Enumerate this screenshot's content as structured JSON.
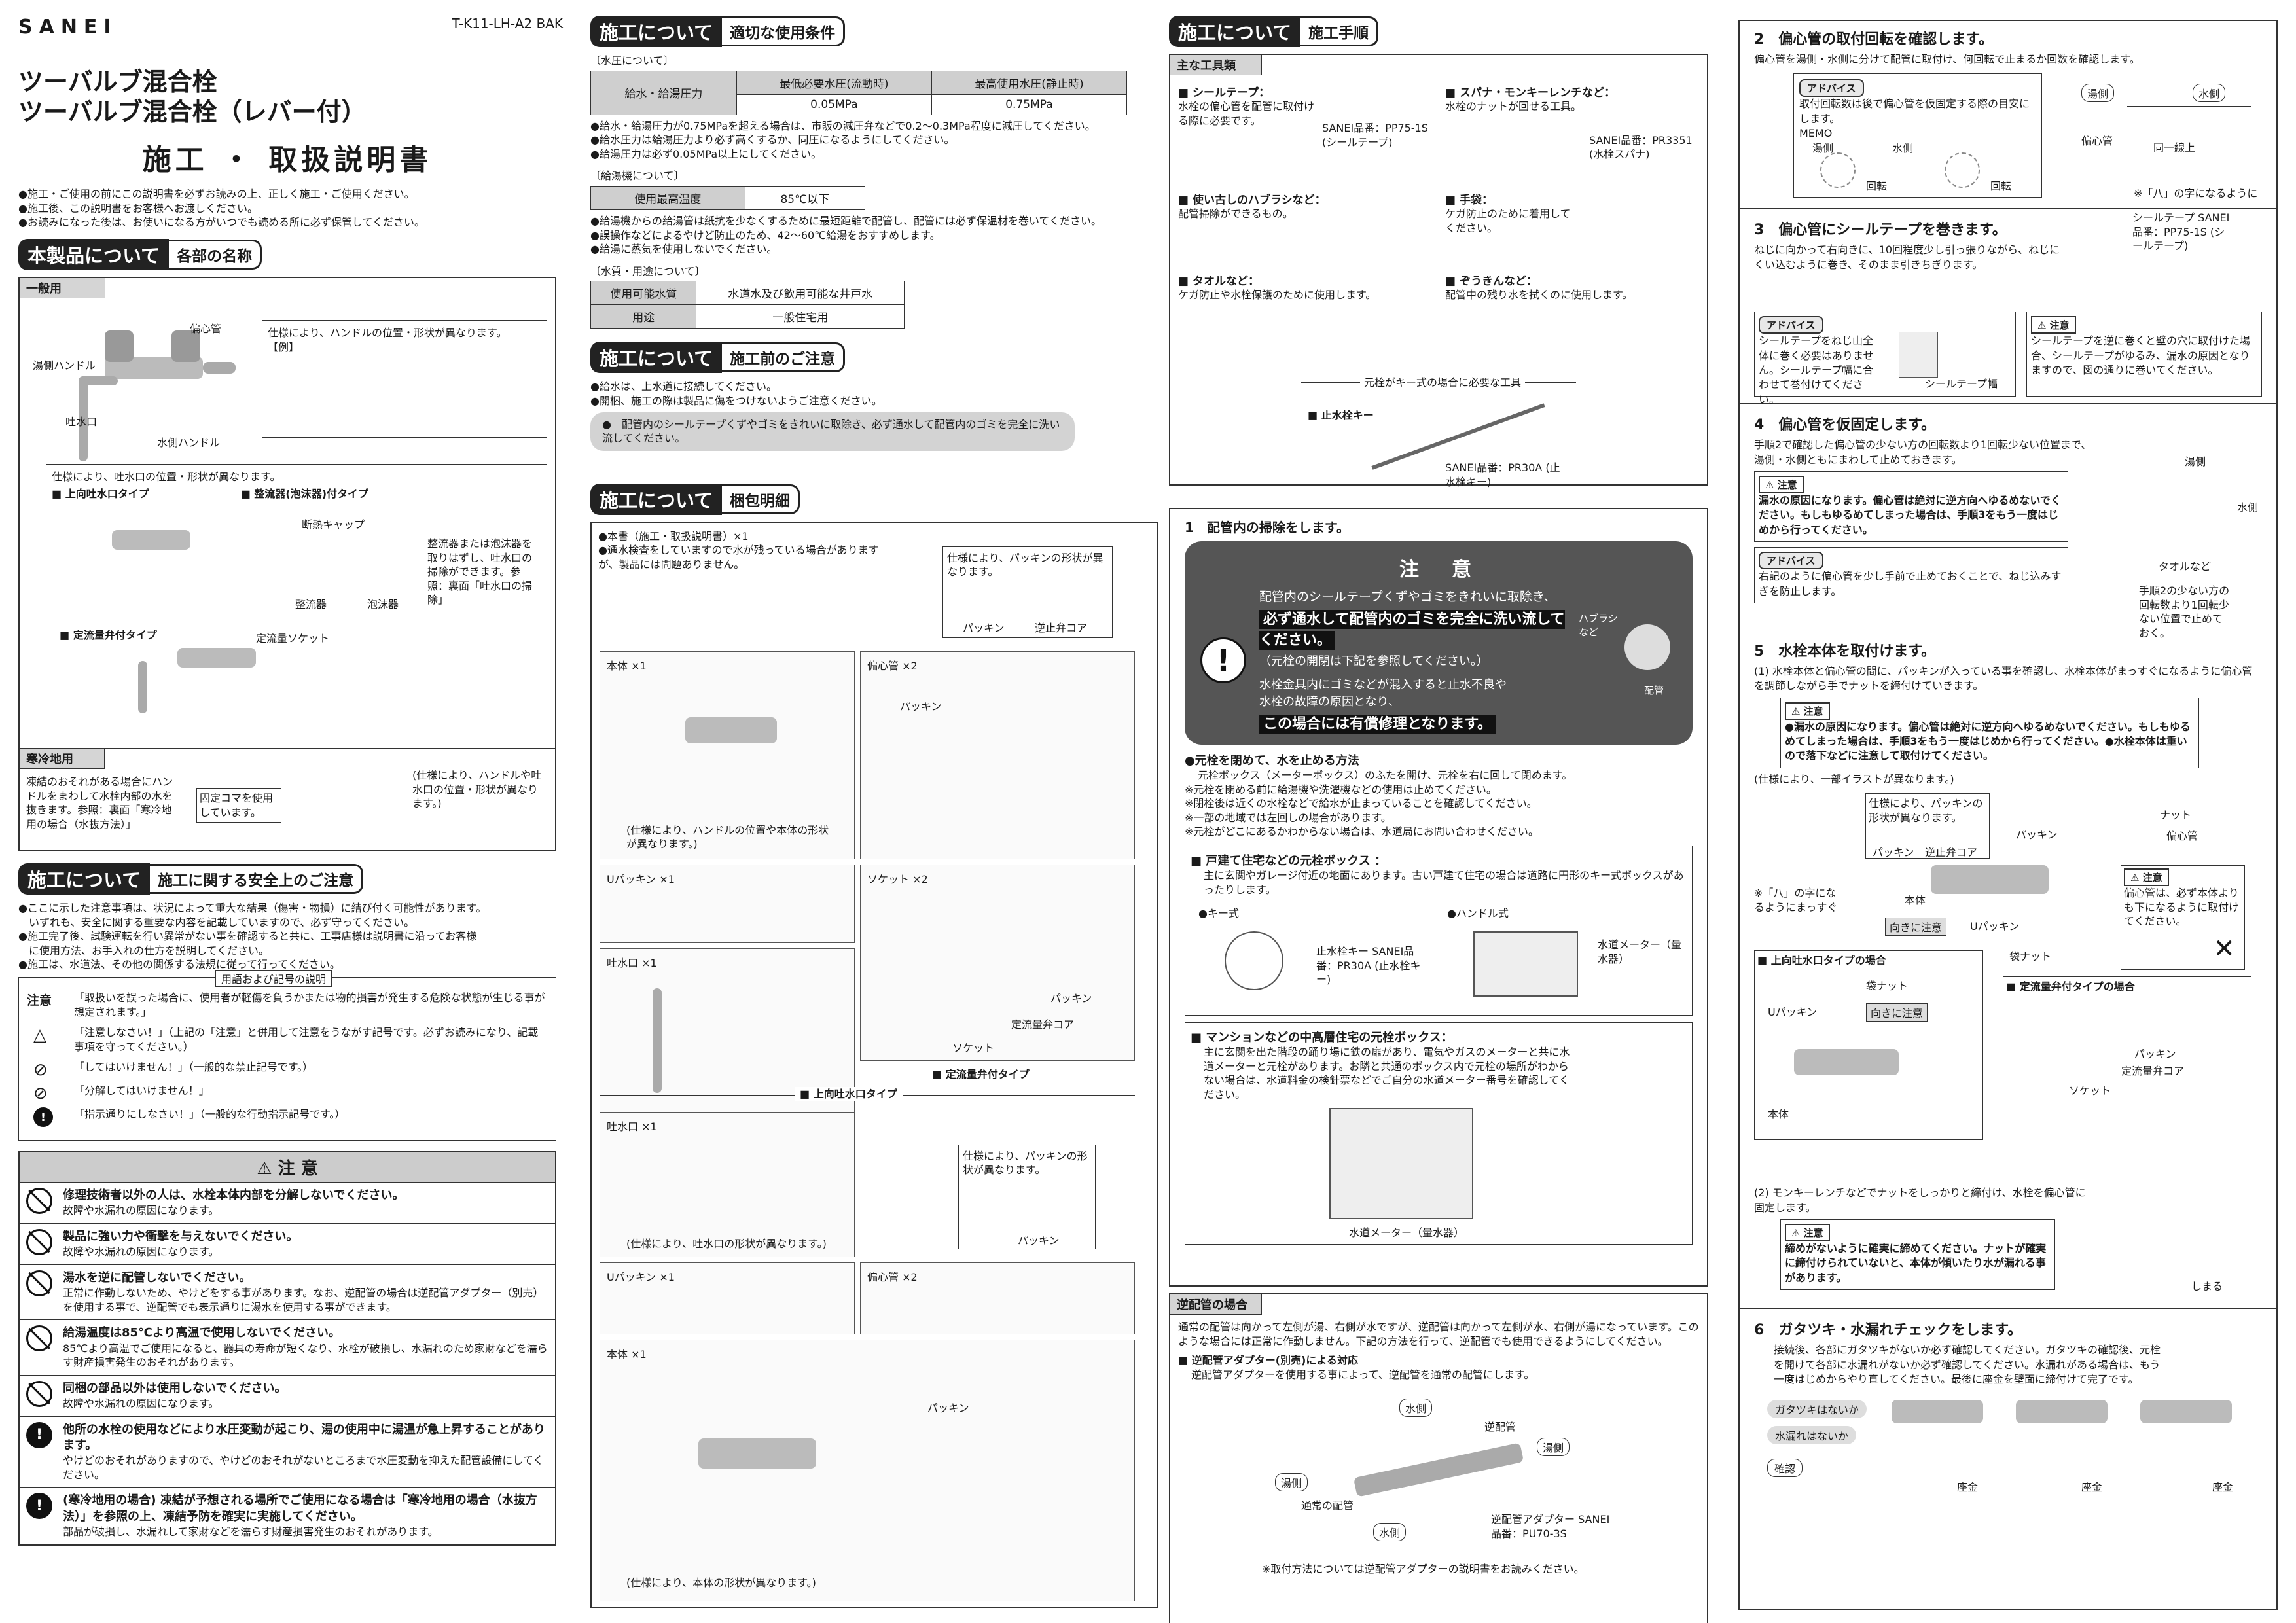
{
  "header": {
    "brand": "SANEI",
    "code": "T-K11-LH-A2 BAK"
  },
  "title": {
    "line1": "ツーバルブ混合栓",
    "line2": "ツーバルブ混合栓（レバー付）",
    "main": "施工 ・ 取扱説明書"
  },
  "intro": [
    "●施工・ご使用の前にこの説明書を必ずお読みの上、正しく施工・ご使用ください。",
    "●施工後、この説明書をお客様へお渡しください。",
    "●お読みになった後は、お使いになる方がいつでも読める所に必ず保管してください。"
  ],
  "sec_parts": {
    "t1": "本製品について",
    "t2": "各部の名称",
    "general": "一般用",
    "eccentric": "偏心管",
    "hot_handle": "湯側ハンドル",
    "outlet": "吐水口",
    "cold_handle": "水側ハンドル",
    "note_handle": "仕様により、ハンドルの位置・形状が異なります。",
    "example": "【例】",
    "note_outlet": "仕様により、吐水口の位置・形状が異なります。",
    "up_type": "■ 上向吐水口タイプ",
    "aerator_type": "■ 整流器(泡沫器)付タイプ",
    "cap": "断熱キャップ",
    "rectifier": "整流器",
    "foam": "泡沫器",
    "aerator_note": "整流器または泡沫器を取りはずし、吐水口の掃除ができます。参照：裏面「吐水口の掃除」",
    "flow_type": "■ 定流量弁付タイプ",
    "flow_socket": "定流量ソケット",
    "cold": "寒冷地用",
    "cold_desc": "凍結のおそれがある場合にハンドルをまわして水栓内部の水を抜きます。参照：裏面「寒冷地用の場合（水抜方法）」",
    "fixed_piece": "固定コマを使用しています。",
    "cold_note": "(仕様により、ハンドルや吐水口の位置・形状が異なります。)"
  },
  "sec_safety": {
    "t1": "施工について",
    "t2": "施工に関する安全上のご注意",
    "lines": [
      "●ここに示した注意事項は、状況によって重大な結果（傷害・物損）に結び付く可能性があります。",
      "　いずれも、安全に関する重要な内容を記載していますので、必ず守ってください。",
      "●施工完了後、試験運転を行い異常がない事を確認すると共に、工事店様は説明書に沿ってお客様",
      "　に使用方法、お手入れの仕方を説明してください。",
      "●施工は、水道法、その他の関係する法規に従って行ってください。"
    ],
    "legend_title": "用語および記号の説明",
    "legend": [
      {
        "k": "注意",
        "v": "「取扱いを誤った場合に、使用者が軽傷を負うかまたは物的損害が発生する危険な状態が生じる事が想定されます。」"
      },
      {
        "k": "△",
        "v": "「注意しなさい！」（上記の「注意」と併用して注意をうながす記号です。必ずお読みになり、記載事項を守ってください。）"
      },
      {
        "k": "⊘",
        "v": "「してはいけません！」（一般的な禁止記号です。）"
      },
      {
        "k": "⊘",
        "v": "「分解してはいけません！」"
      },
      {
        "k": "!",
        "v": "「指示通りにしなさい！」（一般的な行動指示記号です。）"
      }
    ]
  },
  "caution_box": {
    "title": "⚠ 注 意",
    "items": [
      {
        "m": "修理技術者以外の人は、水栓本体内部を分解しないでください。",
        "s": "故障や水漏れの原因になります。"
      },
      {
        "m": "製品に強い力や衝撃を与えないでください。",
        "s": "故障や水漏れの原因になります。"
      },
      {
        "m": "湯水を逆に配管しないでください。",
        "s": "正常に作動しないため、やけどをする事があります。なお、逆配管の場合は逆配管アダプター（別売）を使用する事で、逆配管でも表示通りに湯水を使用する事ができます。"
      },
      {
        "m": "給湯温度は85℃より高温で使用しないでください。",
        "s": "85℃より高温でご使用になると、器具の寿命が短くなり、水栓が破損し、水漏れのため家財などを濡らす財産損害発生のおそれがあります。"
      },
      {
        "m": "同梱の部品以外は使用しないでください。",
        "s": "故障や水漏れの原因になります。"
      },
      {
        "m": "他所の水栓の使用などにより水圧変動が起こり、湯の使用中に湯温が急上昇することがあります。",
        "s": "やけどのおそれがありますので、やけどのおそれがないところまで水圧変動を抑えた配管設備にしてください。"
      },
      {
        "m": "(寒冷地用の場合) 凍結が予想される場所でご使用になる場合は「寒冷地用の場合（水抜方法）」を参照の上、凍結予防を確実に実施してください。",
        "s": "部品が破損し、水漏れして家財などを濡らす財産損害発生のおそれがあります。"
      }
    ]
  },
  "sec_conditions": {
    "t1": "施工について",
    "t2": "適切な使用条件",
    "water_pressure": "〔水圧について〕",
    "wp_h1": "最低必要水圧(流動時)",
    "wp_h2": "最高使用水圧(静止時)",
    "wp_row": "給水・給湯圧力",
    "wp_v1": "0.05MPa",
    "wp_v2": "0.75MPa",
    "wp_notes": [
      "●給水・給湯圧力が0.75MPaを超える場合は、市販の減圧弁などで0.2〜0.3MPa程度に減圧してください。",
      "●給水圧力は給湯圧力より必ず高くするか、同圧になるようにしてください。",
      "●給湯圧力は必ず0.05MPa以上にしてください。"
    ],
    "heater": "〔給湯機について〕",
    "heater_row": "使用最高温度",
    "heater_val": "85℃以下",
    "heater_notes": [
      "●給湯機からの給湯管は紙抗を少なくするために最短距離で配管し、配管には必ず保温材を巻いてください。",
      "●誤操作などによるやけど防止のため、42〜60℃給湯をおすすめします。",
      "●給湯に蒸気を使用しないでください。"
    ],
    "quality": "〔水質・用途について〕",
    "q_r1": "使用可能水質",
    "q_v1": "水道水及び飲用可能な井戸水",
    "q_r2": "用途",
    "q_v2": "一般住宅用"
  },
  "sec_before": {
    "t1": "施工について",
    "t2": "施工前のご注意",
    "lines": [
      "●給水は、上水道に接続してください。",
      "●開梱、施工の際は製品に傷をつけないようご注意ください。"
    ],
    "highlight": "●　配管内のシールテープくずやゴミをきれいに取除き、必ず通水して配管内のゴミを完全に洗い流してください。"
  },
  "sec_pack": {
    "t1": "施工について",
    "t2": "梱包明細",
    "manual": "●本書（施工・取扱説明書）×1",
    "test_note": "●通水検査をしていますので水が残っている場合がありますが、製品には問題ありません。",
    "packing_note": "仕様により、パッキンの形状が異なります。",
    "packing": "パッキン",
    "check_valve": "逆止弁コア",
    "body": "本体 ×1",
    "body_note": "(仕様により、ハンドルの位置や本体の形状が異なります。)",
    "ecc": "偏心管 ×2",
    "upacking": "Uパッキン ×1",
    "socket": "ソケット ×2",
    "spout": "吐水口 ×1",
    "spout_note": "(仕様により、吐水口の形状が異なります。)",
    "flow_valve_core": "定流量弁コア",
    "socket_lbl": "ソケット",
    "flow_type": "■ 定流量弁付タイプ",
    "up_type": "■ 上向吐水口タイプ",
    "body_note2": "(仕様により、本体の形状が異なります。)"
  },
  "sec_steps": {
    "t1": "施工について",
    "t2": "施工手順",
    "tools_title": "主な工具類",
    "tools": [
      {
        "n": "■ シールテープ：",
        "d": "水栓の偏心管を配管に取付ける際に必要です。",
        "p": "SANEI品番：PP75-1S (シールテープ)"
      },
      {
        "n": "■ スパナ・モンキーレンチなど：",
        "d": "水栓のナットが回せる工具。",
        "p": "SANEI品番：PR3351 (水栓スパナ)"
      },
      {
        "n": "■ 使い古しのハブラシなど：",
        "d": "配管掃除ができるもの。",
        "p": ""
      },
      {
        "n": "■ 手袋：",
        "d": "ケガ防止のために着用してください。",
        "p": ""
      },
      {
        "n": "■ タオルなど：",
        "d": "ケガ防止や水栓保護のために使用します。",
        "p": ""
      },
      {
        "n": "■ ぞうきんなど：",
        "d": "配管中の残り水を拭くのに使用します。",
        "p": ""
      }
    ],
    "key_title": "元栓がキー式の場合に必要な工具",
    "key_tool": "■ 止水栓キー",
    "key_part": "SANEI品番：PR30A (止水栓キー)"
  },
  "step1": {
    "title": "1　配管内の掃除をします。",
    "caution": "注　意",
    "c1": "配管内のシールテープくずやゴミをきれいに取除き、",
    "c2": "必ず通水して配管内のゴミを完全に洗い流してください。",
    "c3": "（元栓の開閉は下記を参照してください。）",
    "c4": "水栓金具内にゴミなどが混入すると止水不良や水栓の故障の原因となり、",
    "c5": "この場合には有償修理となります。",
    "brush": "ハブラシなど",
    "pipe": "配管",
    "stop_title": "●元栓を閉めて、水を止める方法",
    "stop_desc": "元栓ボックス（メーターボックス）のふたを開け、元栓を右に回して閉めます。",
    "stop_notes": [
      "※元栓を閉める前に給湯機や洗濯機などの使用は止めてください。",
      "※閉栓後は近くの水栓などで給水が止まっていることを確認してください。",
      "※一部の地域では左回しの場合があります。",
      "※元栓がどこにあるかわからない場合は、水道局にお問い合わせください。"
    ],
    "house": "■ 戸建て住宅などの元栓ボックス ：",
    "house_desc": "主に玄関やガレージ付近の地面にあります。古い戸建て住宅の場合は道路に円形のキー式ボックスがあったりします。",
    "key_type": "●キー式",
    "handle_type": "●ハンドル式",
    "key_lbl": "止水栓キー SANEI品番：PR30A (止水栓キー)",
    "meter": "水道メーター（量水器）",
    "mansion": "■ マンションなどの中高層住宅の元栓ボックス：",
    "mansion_desc": "主に玄関を出た階段の踊り場に鉄の扉があり、電気やガスのメーターと共に水道メーターと元栓があります。お隣と共通のボックス内で元栓の場所がわからない場合は、水道料金の検針票などでご自分の水道メーター番号を確認してください。",
    "meter2": "水道メーター（量水器）"
  },
  "reverse": {
    "title": "逆配管の場合",
    "desc": "通常の配管は向かって左側が湯、右側が水ですが、逆配管は向かって左側が水、右側が湯になっています。このような場合には正常に作動しません。下記の方法を行って、逆配管でも使用できるようにしてください。",
    "adapter_title": "■ 逆配管アダプター(別売)による対応",
    "adapter_desc": "逆配管アダプターを使用する事によって、逆配管を通常の配管にします。",
    "water": "水側",
    "hot": "湯側",
    "normal": "通常の配管",
    "rev_pipe": "逆配管",
    "adapter": "逆配管アダプター SANEI品番：PU70-3S",
    "note": "※取付方法については逆配管アダプターの説明書をお読みください。"
  },
  "step2": {
    "title": "2　偏心管の取付回転を確認します。",
    "desc": "偏心管を湯側・水側に分けて配管に取付け、何回転で止まるか回数を確認します。",
    "advice": "アドバイス",
    "adv_text": "取付回転数は後で偏心管を仮固定する際の目安にします。",
    "memo": "MEMO",
    "hot": "湯側",
    "cold": "水側",
    "rot": "回転",
    "ecc": "偏心管",
    "level": "同一線上",
    "hachi": "※「八」の字になるように"
  },
  "step3": {
    "title": "3　偏心管にシールテープを巻きます。",
    "desc": "ねじに向かって右向きに、10回程度少し引っ張りながら、ねじにくい込むように巻き、そのまま引きちぎります。",
    "tape": "シールテープ SANEI品番：PP75-1S (シールテープ)",
    "advice": "アドバイス",
    "adv_text": "シールテープをねじ山全体に巻く必要はありません。シールテープ幅に合わせて巻付けてください。",
    "tape_w": "シールテープ幅",
    "warn": "注意",
    "warn_text": "シールテープを逆に巻くと壁の穴に取付けた場合、シールテープがゆるみ、漏水の原因となりますので、図の通りに巻いてください。"
  },
  "step4": {
    "title": "4　偏心管を仮固定します。",
    "desc": "手順2で確認した偏心管の少ない方の回転数より1回転少ない位置まで、湯側・水側ともにまわして止めておきます。",
    "warn": "注意",
    "warn_text": "漏水の原因になります。偏心管は絶対に逆方向へゆるめないでください。もしもゆるめてしまった場合は、手順3をもう一度はじめから行ってください。",
    "advice": "アドバイス",
    "adv_text": "右記のように偏心管を少し手前で止めておくことで、ねじ込みすぎを防止します。",
    "hot": "湯側",
    "cold": "水側",
    "towel": "タオルなど",
    "note2": "手順2の少ない方の回転数より1回転少ない位置で止めておく。"
  },
  "step5": {
    "title": "5　水栓本体を取付けます。",
    "desc1": "(1) 水栓本体と偏心管の間に、パッキンが入っている事を確認し、水栓本体がまっすぐになるように偏心管を調節しながら手でナットを締付けていきます。",
    "warn": "注意",
    "warn_text": "●漏水の原因になります。偏心管は絶対に逆方向へゆるめないでください。もしもゆるめてしまった場合は、手順3をもう一度はじめから行ってください。●水栓本体は重いので落下などに注意して取付けてください。",
    "illus_note": "(仕様により、一部イラストが異なります。)",
    "packing_note": "仕様により、パッキンの形状が異なります。",
    "packing": "パッキン",
    "check": "逆止弁コア",
    "nut": "ナット",
    "ecc": "偏心管",
    "body": "本体",
    "upacking": "Uパッキン",
    "bag_nut": "袋ナット",
    "orient": "向きに注意",
    "hachi": "※「八」の字になるようにまっすぐ",
    "up_type": "■ 上向吐水口タイプの場合",
    "flow_type": "■ 定流量弁付タイプの場合",
    "flow_core": "定流量弁コア",
    "socket": "ソケット",
    "warn2": "注意",
    "warn2_text": "偏心管は、必ず本体よりも下になるように取付けてください。",
    "desc2": "(2) モンキーレンチなどでナットをしっかりと締付け、水栓を偏心管に固定します。",
    "warn3": "注意",
    "warn3_text": "締めがないように確実に締めてください。ナットが確実に締付けられていないと、本体が傾いたり水が漏れる事があります。",
    "tighten": "しまる"
  },
  "step6": {
    "title": "6　ガタツキ・水漏れチェックをします。",
    "desc": "接続後、各部にガタツキがないか必ず確認してください。ガタツキの確認後、元栓を開けて各部に水漏れがないか必ず確認してください。水漏れがある場合は、もう一度はじめからやり直してください。最後に座金を壁面に締付けて完了です。",
    "b1": "ガタツキはないか",
    "b2": "水漏れはないか",
    "confirm": "確認",
    "zagane": "座金"
  }
}
